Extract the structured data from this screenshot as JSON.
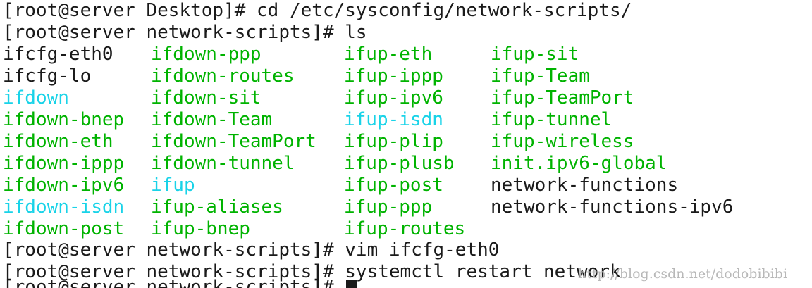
{
  "colors": {
    "background": "#ffffff",
    "text": "#1a1a1a",
    "executable": "#00b300",
    "symlink": "#19d3e8"
  },
  "lines": [
    {
      "prompt": "[root@server Desktop]# ",
      "command": "cd /etc/sysconfig/network-scripts/"
    },
    {
      "prompt": "[root@server network-scripts]# ",
      "command": "ls"
    }
  ],
  "ls_output": [
    [
      {
        "name": "ifcfg-eth0",
        "type": "plain"
      },
      {
        "name": "ifdown-ppp",
        "type": "exec"
      },
      {
        "name": "ifup-eth",
        "type": "exec"
      },
      {
        "name": "ifup-sit",
        "type": "exec"
      }
    ],
    [
      {
        "name": "ifcfg-lo",
        "type": "plain"
      },
      {
        "name": "ifdown-routes",
        "type": "exec"
      },
      {
        "name": "ifup-ippp",
        "type": "exec"
      },
      {
        "name": "ifup-Team",
        "type": "exec"
      }
    ],
    [
      {
        "name": "ifdown",
        "type": "link"
      },
      {
        "name": "ifdown-sit",
        "type": "exec"
      },
      {
        "name": "ifup-ipv6",
        "type": "exec"
      },
      {
        "name": "ifup-TeamPort",
        "type": "exec"
      }
    ],
    [
      {
        "name": "ifdown-bnep",
        "type": "exec"
      },
      {
        "name": "ifdown-Team",
        "type": "exec"
      },
      {
        "name": "ifup-isdn",
        "type": "link"
      },
      {
        "name": "ifup-tunnel",
        "type": "exec"
      }
    ],
    [
      {
        "name": "ifdown-eth",
        "type": "exec"
      },
      {
        "name": "ifdown-TeamPort",
        "type": "exec"
      },
      {
        "name": "ifup-plip",
        "type": "exec"
      },
      {
        "name": "ifup-wireless",
        "type": "exec"
      }
    ],
    [
      {
        "name": "ifdown-ippp",
        "type": "exec"
      },
      {
        "name": "ifdown-tunnel",
        "type": "exec"
      },
      {
        "name": "ifup-plusb",
        "type": "exec"
      },
      {
        "name": "init.ipv6-global",
        "type": "exec"
      }
    ],
    [
      {
        "name": "ifdown-ipv6",
        "type": "exec"
      },
      {
        "name": "ifup",
        "type": "link"
      },
      {
        "name": "ifup-post",
        "type": "exec"
      },
      {
        "name": "network-functions",
        "type": "plain"
      }
    ],
    [
      {
        "name": "ifdown-isdn",
        "type": "link"
      },
      {
        "name": "ifup-aliases",
        "type": "exec"
      },
      {
        "name": "ifup-ppp",
        "type": "exec"
      },
      {
        "name": "network-functions-ipv6",
        "type": "plain"
      }
    ],
    [
      {
        "name": "ifdown-post",
        "type": "exec"
      },
      {
        "name": "ifup-bnep",
        "type": "exec"
      },
      {
        "name": "ifup-routes",
        "type": "exec"
      }
    ]
  ],
  "after_lines": [
    {
      "prompt": "[root@server network-scripts]# ",
      "command": "vim ifcfg-eth0"
    },
    {
      "prompt": "[root@server network-scripts]# ",
      "command": "systemctl restart network"
    },
    {
      "prompt": "[root@server network-scripts]# ",
      "command": ""
    }
  ],
  "watermark": "http://blog.csdn.net/dodobibibi"
}
